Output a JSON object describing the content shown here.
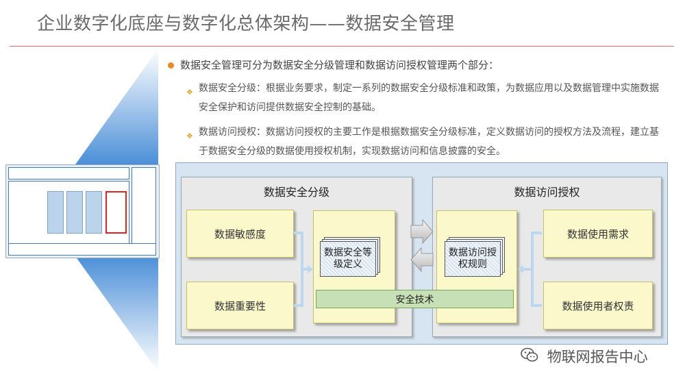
{
  "title": "企业数字化底座与数字化总体架构——数据安全管理",
  "intro": "数据安全管理可分为数据安全分级管理和数据访问授权管理两个部分：",
  "points": [
    {
      "text": "数据安全分级：根据业务要求，制定一系列的数据安全分级标准和政策，为数据应用以及数据管理中实施数据安全保护和访问提供数据安全控制的基础。"
    },
    {
      "text": "数据访问授权：数据访问授权的主要工作是根据数据安全分级标准，定义数据访问的授权方法及流程，建立基于数据安全分级的数据使用授权机制，实现数据访问和信息披露的安全。"
    }
  ],
  "diagram": {
    "left_panel_title": "数据安全分级",
    "right_panel_title": "数据访问授权",
    "sensitivity": "数据敏感度",
    "importance": "数据重要性",
    "grade_doc": "数据安全等级定义",
    "rules_doc": "数据访问授权规则",
    "usage_needs": "数据使用需求",
    "usage_rights": "数据使用者权责",
    "tech": "安全技术"
  },
  "watermark": "物联网报告中心",
  "colors": {
    "accent": "#e8892a",
    "rule": "#e46a6a",
    "funnel": "#4c8fd8",
    "note": "#fbf8cc",
    "tech": "#c7e0b5"
  }
}
